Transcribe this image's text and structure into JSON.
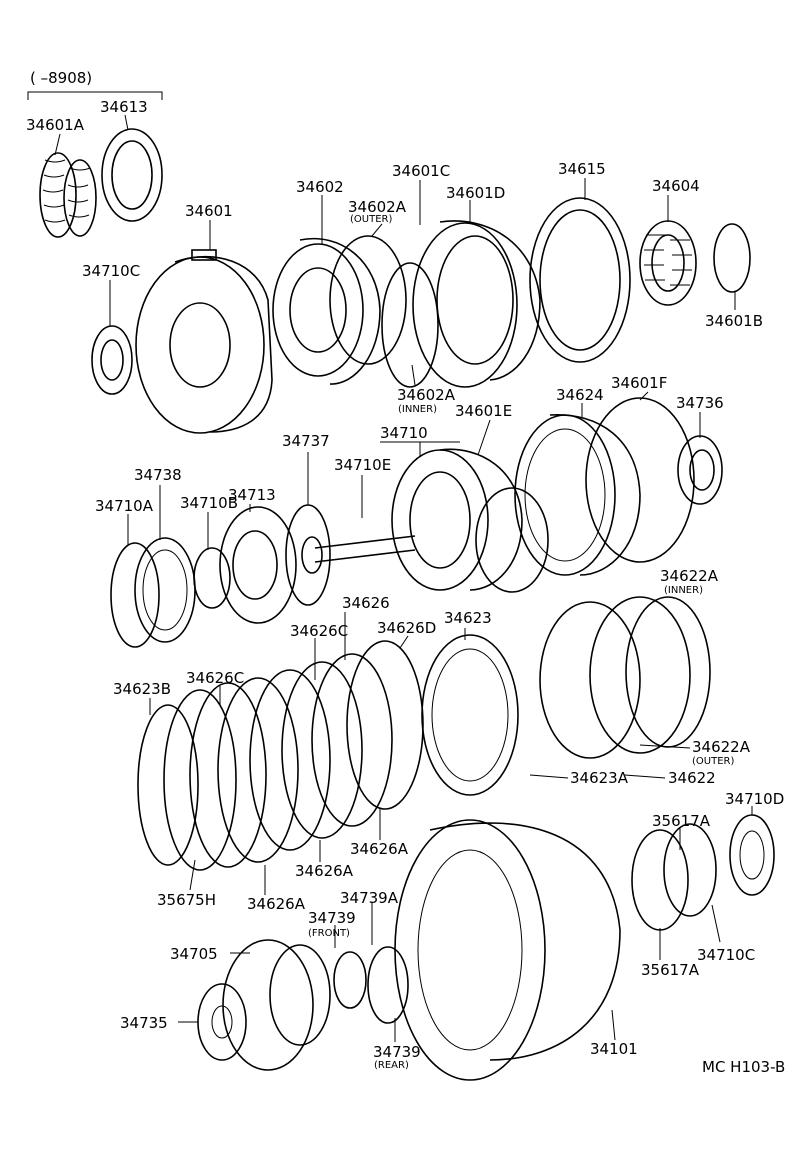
{
  "header": {
    "range": "(    –8908)"
  },
  "labels": {
    "p34601A": "34601A",
    "p34613": "34613",
    "p34601": "34601",
    "p34602": "34602",
    "p34602A_outer": "34602A",
    "p34601C": "34601C",
    "p34601D": "34601D",
    "p34615": "34615",
    "p34604": "34604",
    "p34601B": "34601B",
    "p34710C_top": "34710C",
    "p34602A_inner": "34602A",
    "p34601E": "34601E",
    "p34624": "34624",
    "p34601F": "34601F",
    "p34736": "34736",
    "p34737": "34737",
    "p34710": "34710",
    "p34710E": "34710E",
    "p34738": "34738",
    "p34713": "34713",
    "p34710A": "34710A",
    "p34710B": "34710B",
    "p34622A_inner": "34622A",
    "p34626": "34626",
    "p34626C_top": "34626C",
    "p34626D": "34626D",
    "p34623": "34623",
    "p34623B": "34623B",
    "p34626C_mid": "34626C",
    "p34622A_outer": "34622A",
    "p34623A": "34623A",
    "p34622": "34622",
    "p34710D": "34710D",
    "p35617A_top": "35617A",
    "p34626A_a": "34626A",
    "p34626A_b": "34626A",
    "p35675H": "35675H",
    "p34626A_c": "34626A",
    "p34739A": "34739A",
    "p34739_front": "34739",
    "p34705": "34705",
    "p34735": "34735",
    "p34739_rear": "34739",
    "p34101": "34101",
    "p35617A_bot": "35617A",
    "p34710C_bot": "34710C"
  },
  "qualifiers": {
    "outer1": "(OUTER)",
    "inner1": "(INNER)",
    "inner2": "(INNER)",
    "outer2": "(OUTER)",
    "front": "(FRONT)",
    "rear": "(REAR)"
  },
  "reference": "MC H103-B"
}
